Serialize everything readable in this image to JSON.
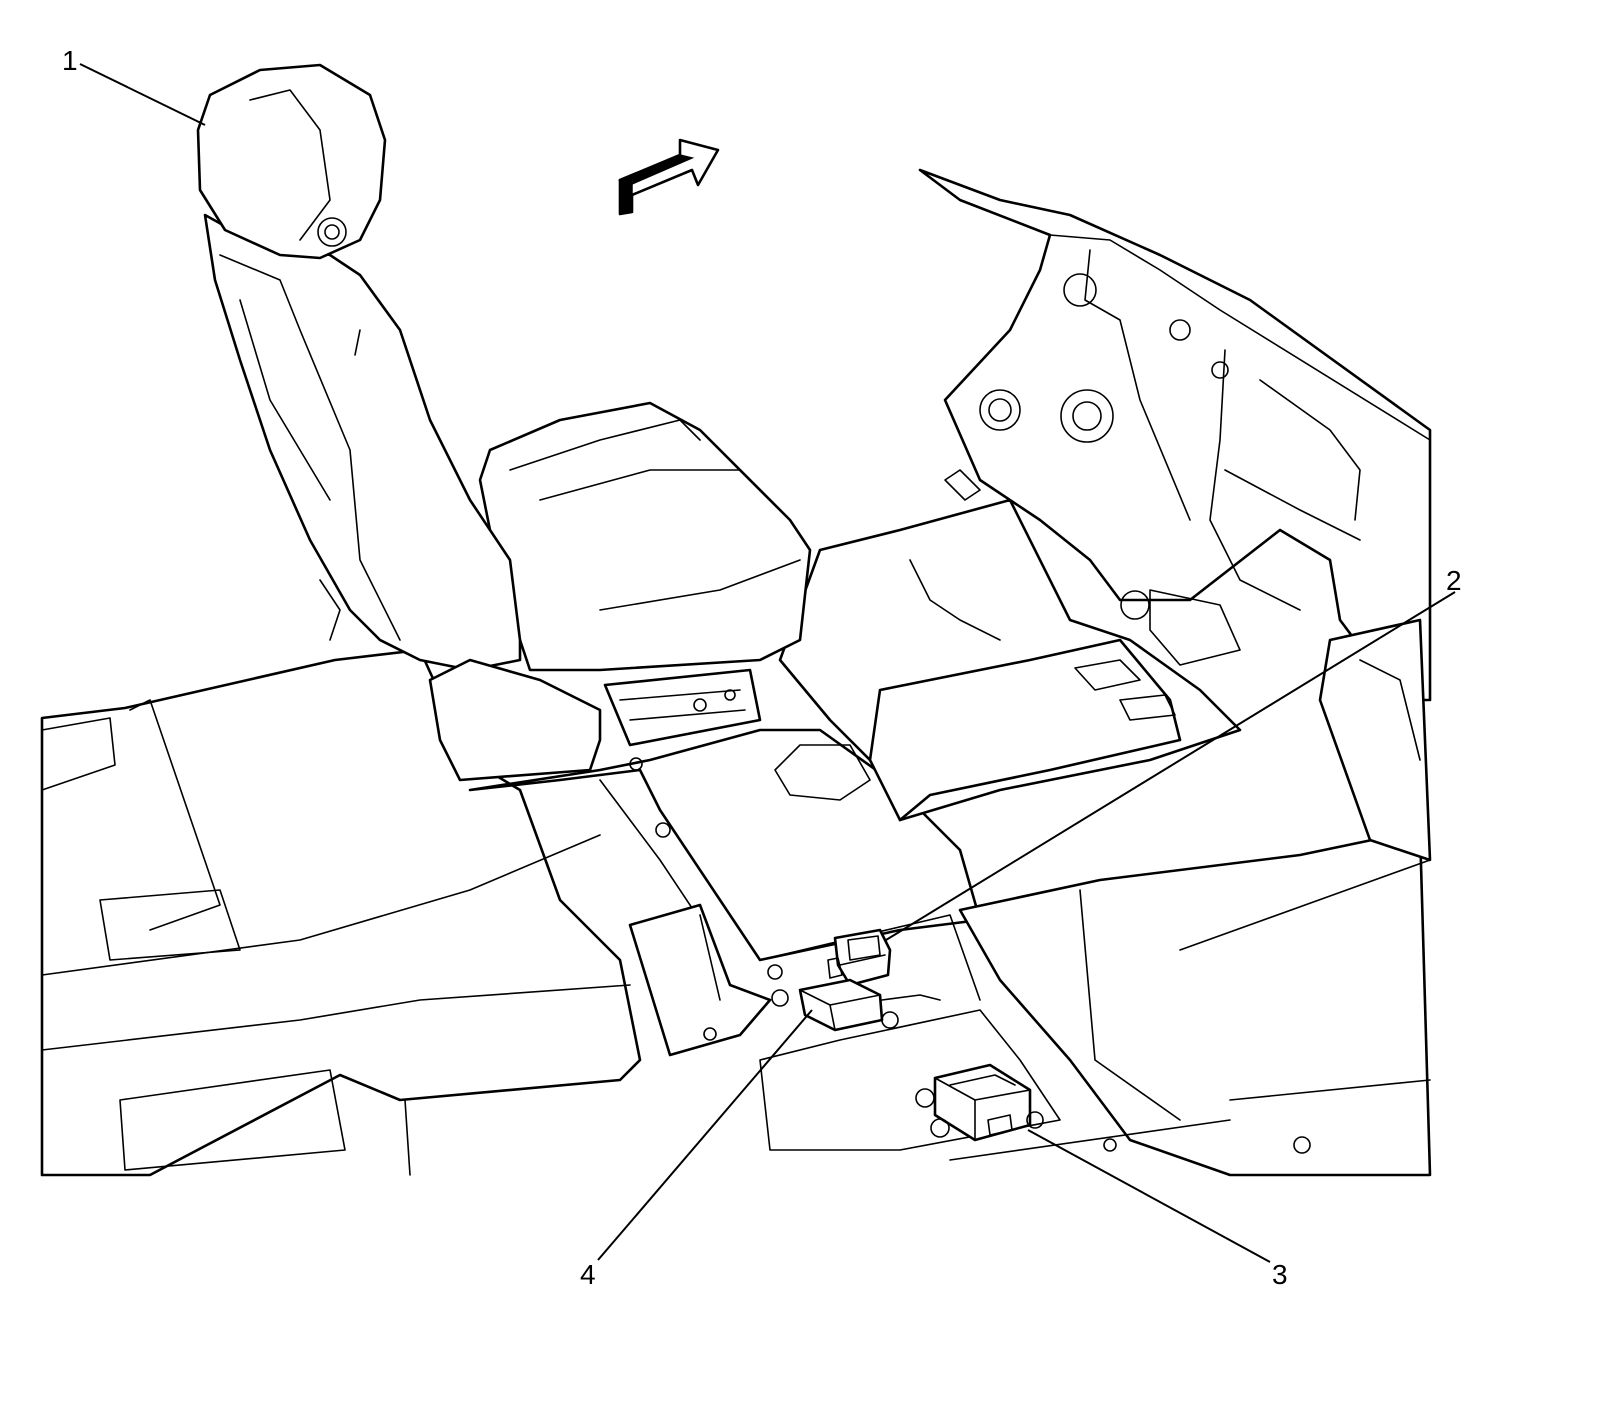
{
  "figure": {
    "callouts": [
      {
        "id": "1",
        "text": "1"
      },
      {
        "id": "2",
        "text": "2"
      },
      {
        "id": "3",
        "text": "3"
      },
      {
        "id": "4",
        "text": "4"
      }
    ],
    "direction_arrow_icon": "forward-arrow-icon",
    "colors": {
      "ink": "#000000",
      "paper": "#ffffff"
    }
  }
}
